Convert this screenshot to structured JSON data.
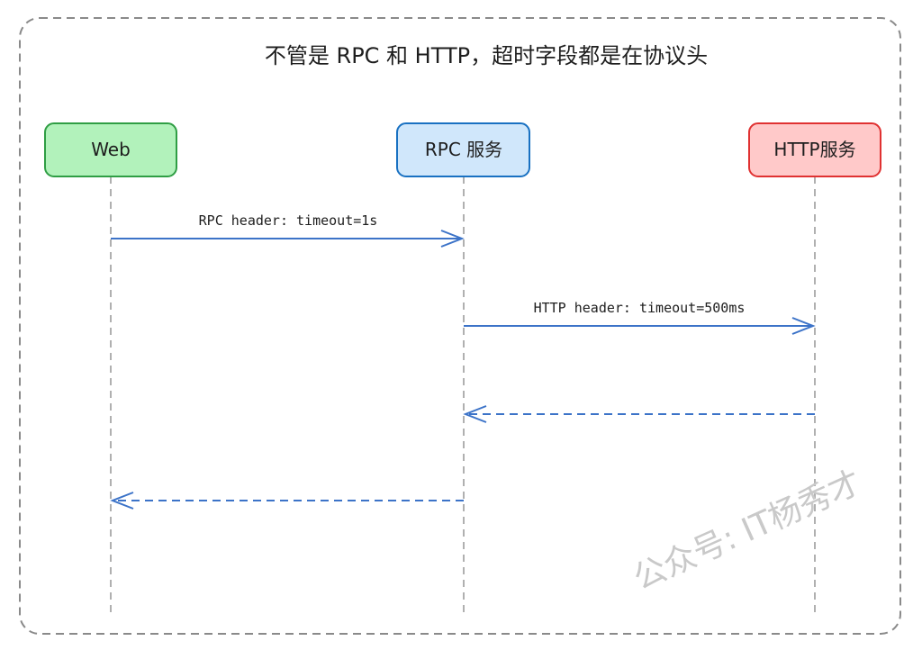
{
  "title": "不管是 RPC 和 HTTP，超时字段都是在协议头",
  "actors": [
    {
      "id": "web",
      "label": "Web",
      "fill": "#b2f2bb",
      "stroke": "#2f9e44"
    },
    {
      "id": "rpc",
      "label": "RPC 服务",
      "fill": "#d0e7fb",
      "stroke": "#1971c2"
    },
    {
      "id": "http",
      "label": "HTTP服务",
      "fill": "#ffc9c9",
      "stroke": "#e03131"
    }
  ],
  "messages": [
    {
      "from": "web",
      "to": "rpc",
      "label": "RPC header: timeout=1s",
      "style": "solid"
    },
    {
      "from": "rpc",
      "to": "http",
      "label": "HTTP header: timeout=500ms",
      "style": "solid"
    },
    {
      "from": "http",
      "to": "rpc",
      "label": "",
      "style": "dashed"
    },
    {
      "from": "rpc",
      "to": "web",
      "label": "",
      "style": "dashed"
    }
  ],
  "watermark": "公众号: IT杨秀才",
  "colors": {
    "arrow": "#3c73c8",
    "lifeline": "#b0b0b0",
    "frame": "#8a8a8a"
  }
}
